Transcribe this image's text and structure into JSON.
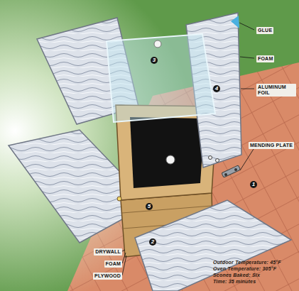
{
  "diagram": {
    "labels": [
      "GLUE",
      "FOAM",
      "ALUMINUM FOIL",
      "3",
      "4",
      "MENDING PLATE",
      "1",
      "5",
      "DRYWALL",
      "FOAM",
      "PLYWOOD",
      "2",
      "Outdoor Temperature: 45°F",
      "Oven Temperature: 305°F",
      "Scones Baked: Six",
      "Time: 35 minutes"
    ]
  }
}
